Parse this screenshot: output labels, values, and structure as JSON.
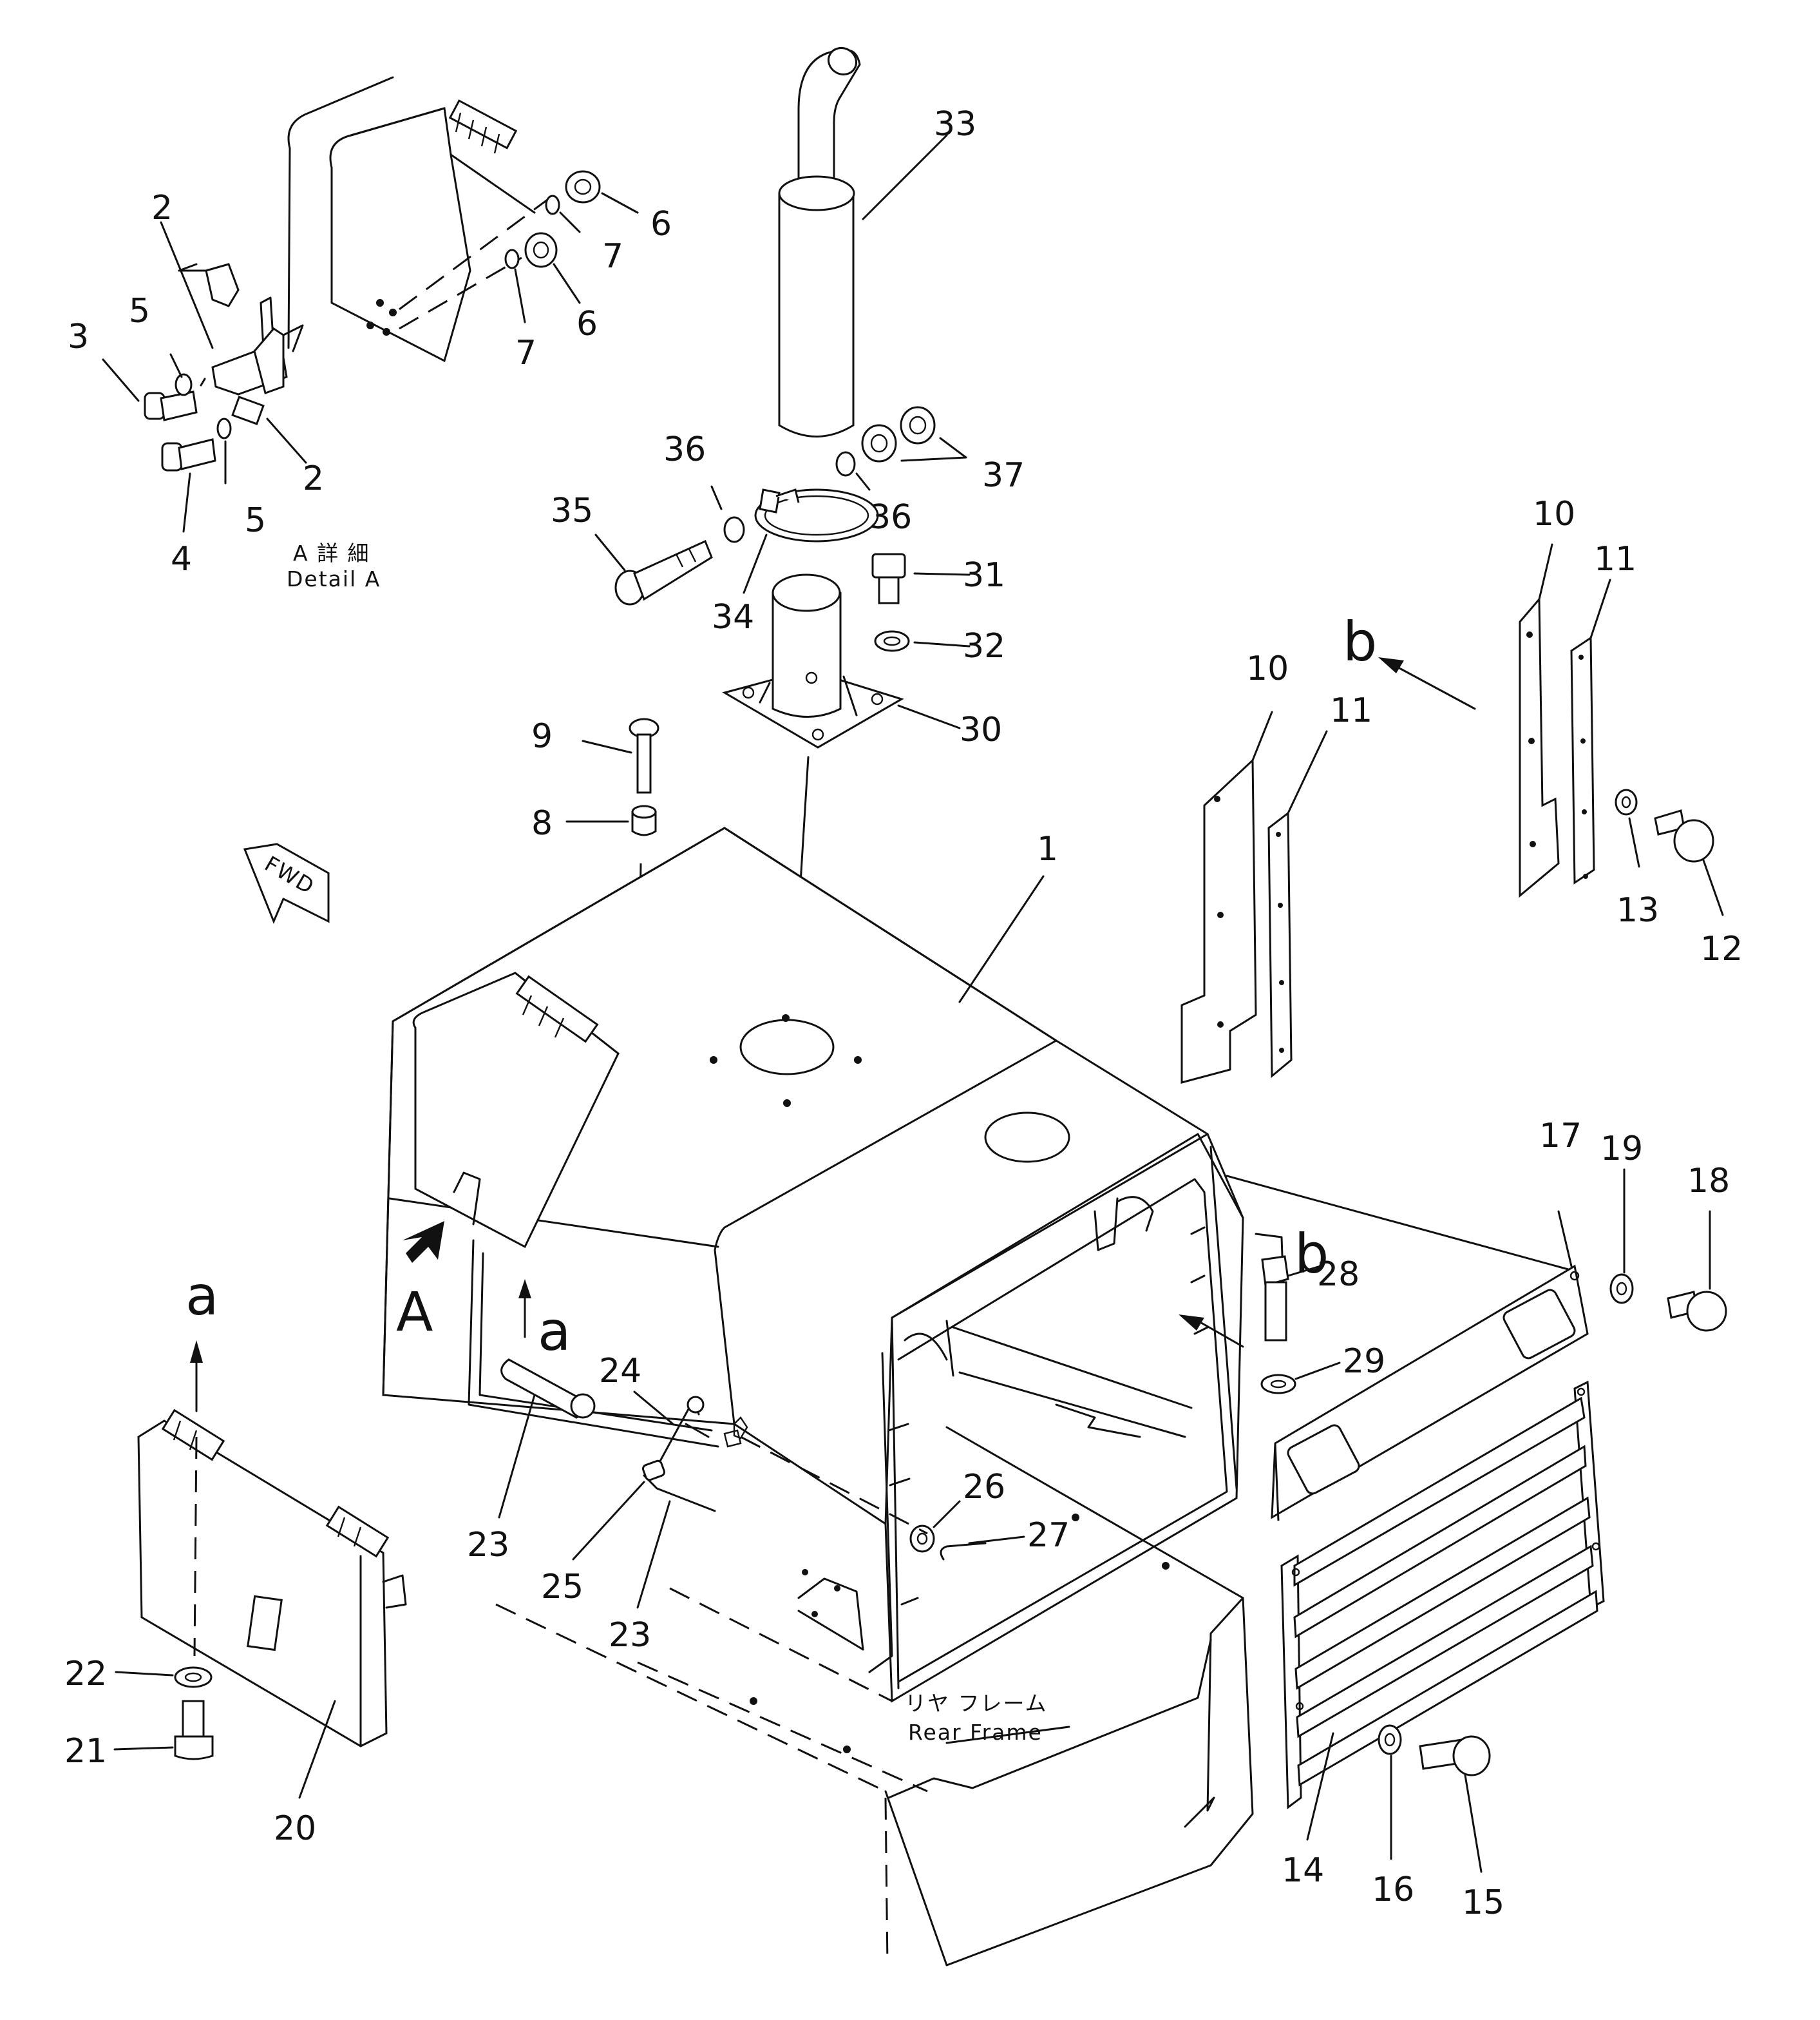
{
  "callouts": [
    {
      "id": "c33",
      "text": "33"
    },
    {
      "id": "c6a",
      "text": "6"
    },
    {
      "id": "c7a",
      "text": "7"
    },
    {
      "id": "c6b",
      "text": "6"
    },
    {
      "id": "c7b",
      "text": "7"
    },
    {
      "id": "c2a",
      "text": "2"
    },
    {
      "id": "c5a",
      "text": "5"
    },
    {
      "id": "c3",
      "text": "3"
    },
    {
      "id": "c2b",
      "text": "2"
    },
    {
      "id": "c5b",
      "text": "5"
    },
    {
      "id": "c4",
      "text": "4"
    },
    {
      "id": "c36a",
      "text": "36"
    },
    {
      "id": "c36b",
      "text": "36"
    },
    {
      "id": "c37",
      "text": "37"
    },
    {
      "id": "c35",
      "text": "35"
    },
    {
      "id": "c31",
      "text": "31"
    },
    {
      "id": "c34",
      "text": "34"
    },
    {
      "id": "c32",
      "text": "32"
    },
    {
      "id": "c30",
      "text": "30"
    },
    {
      "id": "c9",
      "text": "9"
    },
    {
      "id": "c8",
      "text": "8"
    },
    {
      "id": "c1",
      "text": "1"
    },
    {
      "id": "c10a",
      "text": "10"
    },
    {
      "id": "c11a",
      "text": "11"
    },
    {
      "id": "c10b",
      "text": "10"
    },
    {
      "id": "c11b",
      "text": "11"
    },
    {
      "id": "c13",
      "text": "13"
    },
    {
      "id": "c12",
      "text": "12"
    },
    {
      "id": "c17",
      "text": "17"
    },
    {
      "id": "c19",
      "text": "19"
    },
    {
      "id": "c18",
      "text": "18"
    },
    {
      "id": "c28",
      "text": "28"
    },
    {
      "id": "c29",
      "text": "29"
    },
    {
      "id": "c24",
      "text": "24"
    },
    {
      "id": "c23a",
      "text": "23"
    },
    {
      "id": "c25",
      "text": "25"
    },
    {
      "id": "c23b",
      "text": "23"
    },
    {
      "id": "c26",
      "text": "26"
    },
    {
      "id": "c27",
      "text": "27"
    },
    {
      "id": "c22",
      "text": "22"
    },
    {
      "id": "c21",
      "text": "21"
    },
    {
      "id": "c20",
      "text": "20"
    },
    {
      "id": "c14",
      "text": "14"
    },
    {
      "id": "c16",
      "text": "16"
    },
    {
      "id": "c15",
      "text": "15"
    }
  ],
  "view_letters": [
    {
      "id": "vA",
      "text": "A"
    },
    {
      "id": "va1",
      "text": "a"
    },
    {
      "id": "va2",
      "text": "a"
    },
    {
      "id": "vb1",
      "text": "b"
    },
    {
      "id": "vb2",
      "text": "b"
    }
  ],
  "captions": {
    "detail_jp": "A 詳 細",
    "detail_en": "Detail A",
    "rear_frame_jp": "リヤ フレーム",
    "rear_frame_en": "Rear Frame",
    "fwd": "FWD"
  }
}
